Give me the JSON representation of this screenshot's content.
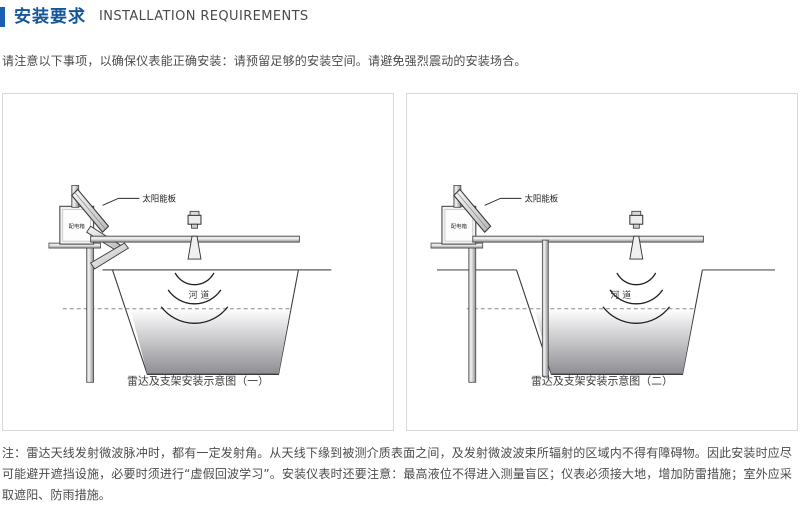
{
  "header": {
    "title_cn": "安装要求",
    "title_en": "INSTALLATION REQUIREMENTS",
    "accent_color": "#15559a",
    "bar_color": "#1a5fb4"
  },
  "intro": {
    "text": "请注意以下事项，以确保仪表能正确安装：请预留足够的安装空间。请避免强烈震动的安装场合。"
  },
  "diagrams": [
    {
      "caption": "雷达及支架安装示意图（一）",
      "labels": {
        "solar_panel": "太阳能板",
        "distribution_box": "配电箱",
        "channel": "河  道"
      },
      "parts": [
        "solar-panel",
        "distribution-box",
        "mast-pole",
        "cantilever-arm",
        "diagonal-brace",
        "radar-level-sensor",
        "microwave-beam",
        "river-channel",
        "water-level-dashed-line"
      ],
      "support_posts": 1
    },
    {
      "caption": "雷达及支架安装示意图（二）",
      "labels": {
        "solar_panel": "太阳能板",
        "distribution_box": "配电箱",
        "channel": "河  道"
      },
      "parts": [
        "solar-panel",
        "distribution-box",
        "mast-pole",
        "cantilever-arm",
        "secondary-support-post",
        "radar-level-sensor",
        "microwave-beam",
        "river-channel",
        "water-level-dashed-line"
      ],
      "support_posts": 2
    }
  ],
  "note": {
    "prefix": "注：",
    "text": "雷达天线发射微波脉冲时，都有一定发射角。从天线下缘到被测介质表面之间，及发射微波波束所辐射的区域内不得有障碍物。因此安装时应尽可能避开遮挡设施，必要时须进行“虚假回波学习”。安装仪表时还要注意：最高液位不得进入测量盲区；仪表必须接大地，增加防雷措施；室外应采取遮阳、防雨措施。"
  },
  "colors": {
    "panel_border": "#d8d8d8",
    "line": "#2b2b2b",
    "metal_light": "#f2f2f2",
    "metal_dark": "#9a9a9a",
    "water_top": "#ffffff",
    "water_bottom": "#8d8d93",
    "text": "#4b4b4b"
  }
}
